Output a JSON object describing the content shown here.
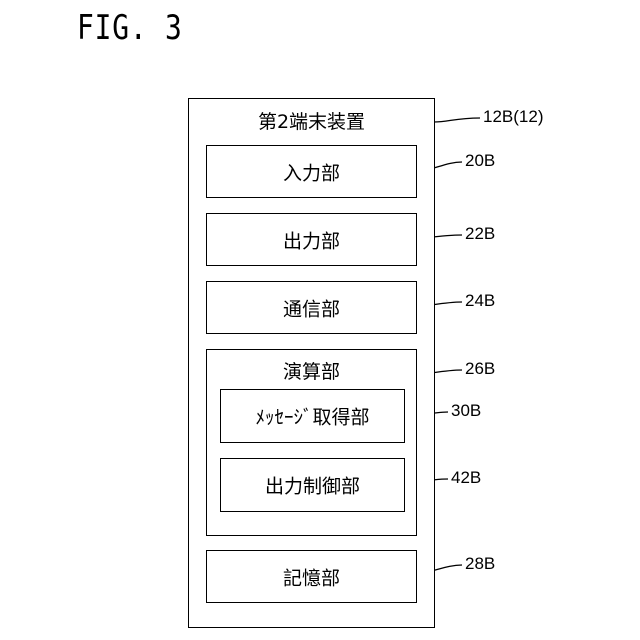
{
  "figure": {
    "title": "FIG. 3"
  },
  "device": {
    "label": "第2端末装置",
    "ref": "12B(12)"
  },
  "blocks": {
    "input": {
      "label": "入力部",
      "ref": "20B"
    },
    "output": {
      "label": "出力部",
      "ref": "22B"
    },
    "comm": {
      "label": "通信部",
      "ref": "24B"
    },
    "compute": {
      "label": "演算部",
      "ref": "26B",
      "message_acq": {
        "label": "ﾒｯｾｰｼﾞ取得部",
        "ref": "30B"
      },
      "output_ctrl": {
        "label": "出力制御部",
        "ref": "42B"
      }
    },
    "memory": {
      "label": "記憶部",
      "ref": "28B"
    }
  }
}
